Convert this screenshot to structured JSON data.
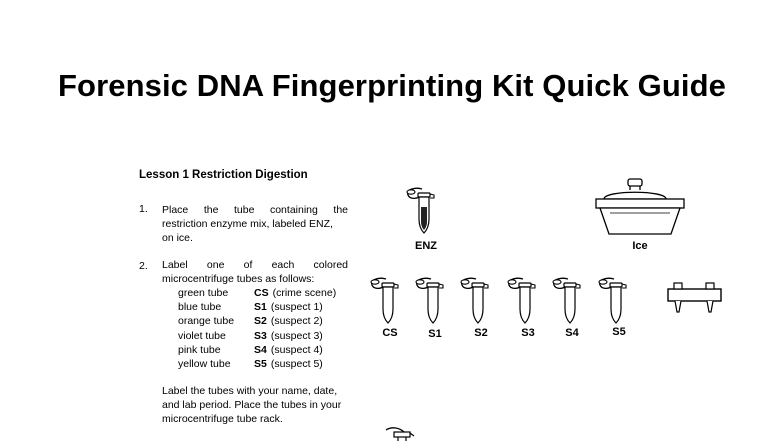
{
  "title": "Forensic DNA Fingerprinting Kit Quick Guide",
  "lesson": {
    "heading": "Lesson 1  Restriction Digestion",
    "step1": {
      "number": "1.",
      "lines": [
        "Place the tube containing the",
        "restriction enzyme mix, labeled ENZ,",
        "on ice."
      ]
    },
    "step2": {
      "number": "2.",
      "lines": [
        "Label one of each colored",
        "microcentrifuge tubes as follows:"
      ],
      "tubes": [
        {
          "color": "green tube",
          "code": "CS",
          "desc": "(crime scene)"
        },
        {
          "color": "blue tube",
          "code": "S1",
          "desc": "(suspect 1)"
        },
        {
          "color": "orange tube",
          "code": "S2",
          "desc": "(suspect 2)"
        },
        {
          "color": "violet tube",
          "code": "S3",
          "desc": "(suspect 3)"
        },
        {
          "color": "pink tube",
          "code": "S4",
          "desc": "(suspect 4)"
        },
        {
          "color": "yellow tube",
          "code": "S5",
          "desc": "(suspect 5)"
        }
      ],
      "note_lines": [
        "Label the tubes with your name, date,",
        "and lab period. Place the tubes in your",
        "microcentrifuge tube rack."
      ]
    }
  },
  "figures": {
    "enz_label": "ENZ",
    "ice_label": "Ice",
    "tube_labels": [
      "CS",
      "S1",
      "S2",
      "S3",
      "S4",
      "S5"
    ]
  }
}
